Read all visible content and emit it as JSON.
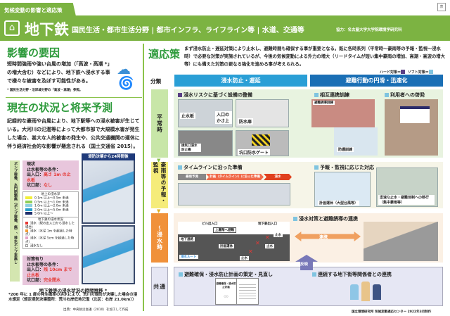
{
  "header": {
    "tab": "気候変動の影響と適応策",
    "logo_icon": "subway-icon",
    "title": "地下鉄",
    "fields": "国民生活・都市生活分野 | 都市インフラ、ライフライン等 | 水道、交通等",
    "cooperation": "協力：名古屋大学大学院環境学研究科",
    "stamp": "表"
  },
  "left": {
    "cause_title": "影響の要因",
    "cause_text": "短時間強雨や強い台風の増加（「高波・高潮 *」の増大含む）などにより、地下鉄へ浸水する事で様々な被害を及ぼす可能性がある。",
    "cause_note": "* 国民生活分野・沿岸域分野の「高波・高潮」参照。",
    "status_title": "現在の状況と将来予測",
    "status_text": "記録的な豪雨や台風により、地下駅等への浸水被害が生じている。大河川の氾濫等によって大都市部で大規模水害が発生した場合、甚大な人的被害の発生や、公共交通機関の運休に伴う経済社会的な影響が懸念される（国土交通省 2015）。",
    "figure": {
      "side_label": "ポンプ稼働、水門閉鎖無（ポンプ稼働、無）、排水ポンプ車無し",
      "map_title": "堤防決壊から24時間後",
      "current": {
        "title": "現状",
        "cond": "止水板等の条件：",
        "entrance": "出入口：",
        "entrance_val": "高さ 1m の止水板",
        "shaft": "坑口部：",
        "shaft_val": "なし"
      },
      "ground_legend": {
        "title": "地上の浸水深",
        "items": [
          "0.1m 以上～0.5m 未満",
          "0.5m 以上～1.0m 未満",
          "1.0m 以上～2.0m 未満",
          "2.0m 以上～5.0m 未満",
          "5.0m 以上～"
        ]
      },
      "subway_legend": {
        "title": "地下鉄の浸水状況",
        "items": [
          "浸水（駅の出入口から浸水した場合）",
          "浸水（水深 1m を超過した時点）",
          "浸水（水深 5cm を超過した時点）",
          "浸水なし"
        ]
      },
      "measures": {
        "title": "対策有り",
        "cond": "止水板等の条件：",
        "entrance": "出入口：",
        "entrance_val": "残 10cm まで止水板",
        "shaft": "坑口部：",
        "shaft_val": "完全閉水"
      },
      "caption": "地下鉄等の浸水状況の時間推移 *",
      "note": "*200 年に 1 度の発生確率の洪水により、荒川の堤防が決壊した場合の浸水想定（想定堤防決壊箇所：荒川右岸低地氾濫（北区：右岸 21.0km））",
      "source": "出典：中央防災会議（2010）を加工して作成"
    },
    "ground_colors": [
      "#f2ef3b",
      "#8fcf57",
      "#8ed0e0",
      "#2aa0cc",
      "#1f2f6b"
    ],
    "subway_colors": [
      "#e53935",
      "#f39c34",
      "#e2a4c8",
      "#ffffff"
    ]
  },
  "right": {
    "title": "適応策",
    "intro": "まず浸水防止・遅延対策により止水し、避難時間も確保する事が重要となる。既に各時系列（平常時～豪雨等の予報・監視～浸水時）で必要な対策が実施されているが、今後の気候変動による外力の増大（リードタイムが短い集中豪雨の増加、高潮・高波の増大等）にも備えた対策の更なる強化を進める事が考えられる。",
    "legend_hard": "ハード対策＝",
    "legend_soft": "ソフト対策＝",
    "category_label": "分類",
    "categories": [
      "浸水防止・遅延",
      "避難行動の円滑・迅速化"
    ],
    "rows": {
      "normal": {
        "label": "平常時",
        "items": [
          "浸水リスクに基づく設備の整備",
          "相互連携訓練",
          "利用者への啓発"
        ],
        "captions": [
          "止水板",
          "入口のかさ上",
          "防水扉",
          "換気口浸水防止機",
          "坑口防水ゲート",
          "避難誘導訓練",
          "防護訓練"
        ]
      },
      "forecast": {
        "label": "豪雨等の予報・監視",
        "items": [
          "タイムラインに沿った準備",
          "予報・監視に応じた対応"
        ],
        "timeline": [
          "豪雨予測",
          "計画（タイムライン）に沿った準備",
          "浸水"
        ],
        "captions": [
          "計画運休（大型台風等）",
          "迅速な止水・避難体制への移行（集中豪雨等）"
        ]
      },
      "flood": {
        "label": "～浸水時",
        "item": "浸水対策と避難誘導の連携",
        "captions": [
          "ビル出入口",
          "上層階へ避難",
          "地下鉄出入口",
          "地下通路",
          "止水",
          "止水",
          "止水",
          "計画運休",
          "浸水ルート"
        ],
        "link": "連携",
        "feedback": "反映"
      },
      "common": {
        "label": "共通",
        "items": [
          "避難確保・浸水防止計画の策定・見直し",
          "連続する地下街等関係者との連携"
        ],
        "doc_title": "避難確保・浸水防止計画",
        "doc_mark": "○○"
      }
    },
    "colors": {
      "hard": "#5a3f86",
      "soft": "#7fc4e0",
      "cat1": "#2a9fd6",
      "cat2": "#1a6fb5"
    }
  },
  "footer": "国立環境研究所 気候変動適応センター 2022年3月制作"
}
